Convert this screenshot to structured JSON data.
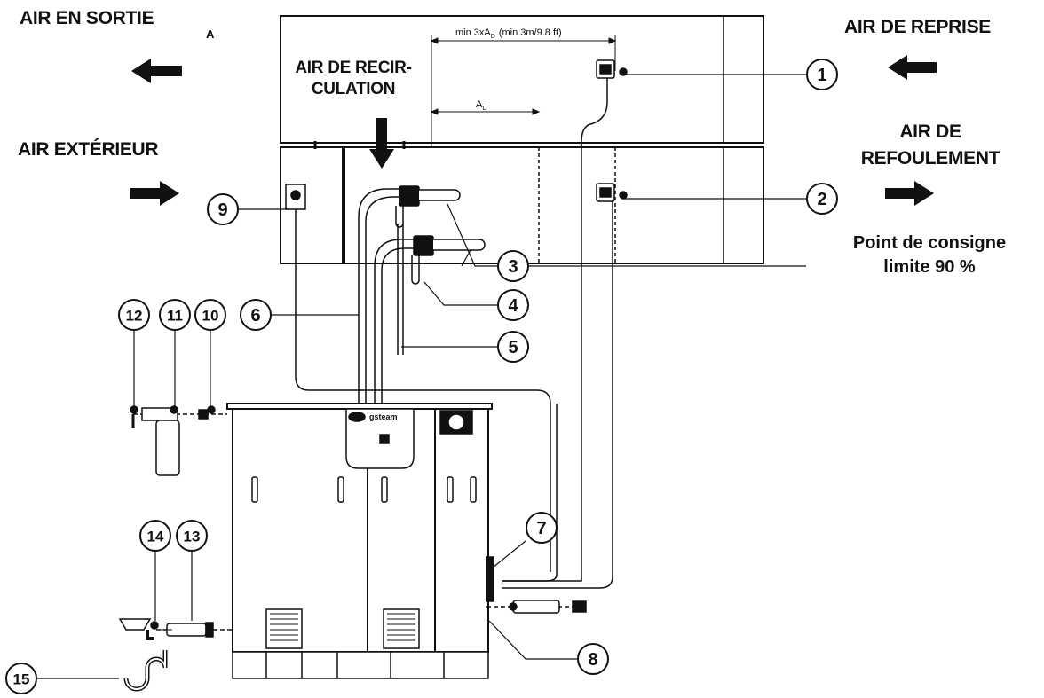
{
  "labels": {
    "exhaust_air": "AIR EN SORTIE",
    "exhaust_air_sub": "A",
    "return_air": "AIR DE REPRISE",
    "recirc_line1": "AIR DE RECIR-",
    "recirc_line2": "CULATION",
    "outside_air": "AIR EXTÉRIEUR",
    "supply_line1": "AIR DE",
    "supply_line2": "REFOULEMENT",
    "setpoint_line1": "Point de consigne",
    "setpoint_line2": "limite 90 %"
  },
  "dimensions": {
    "min_distance_prefix": "min 3xA",
    "min_distance_sub": "D",
    "min_distance_suffix": "(min 3m/9.8 ft)",
    "ad_label": "A",
    "ad_sub": "D"
  },
  "brand": "gsteam",
  "callouts": [
    "1",
    "2",
    "3",
    "4",
    "5",
    "6",
    "7",
    "8",
    "9",
    "10",
    "11",
    "12",
    "13",
    "14",
    "15"
  ],
  "colors": {
    "ink": "#111111",
    "background": "#ffffff"
  }
}
